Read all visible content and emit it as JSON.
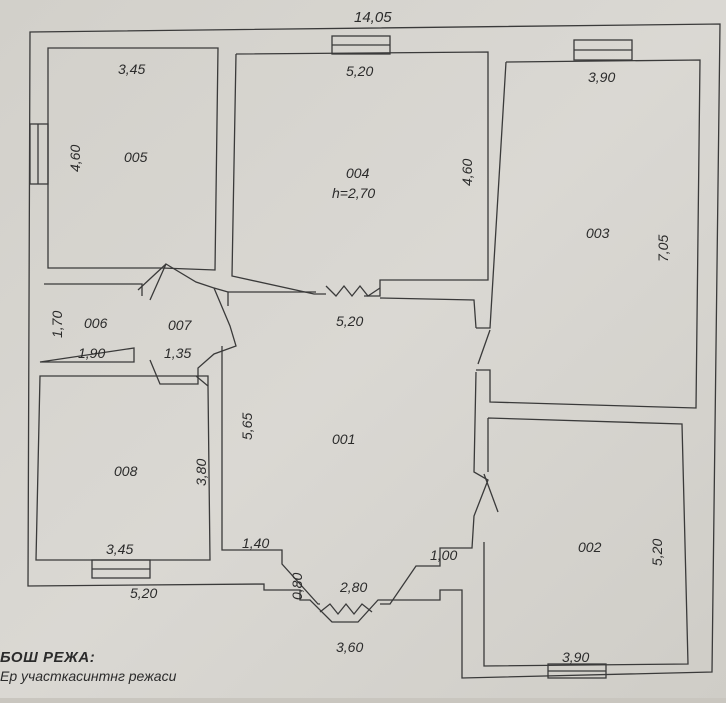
{
  "plan": {
    "overall_width": "14,05",
    "rooms": [
      {
        "id": "005",
        "label": "005",
        "dims": [
          "3,45",
          "4,60"
        ]
      },
      {
        "id": "004",
        "label": "004",
        "height": "h=2,70",
        "dims": [
          "5,20",
          "4,60"
        ]
      },
      {
        "id": "003",
        "label": "003",
        "dims": [
          "3,90",
          "7,05"
        ]
      },
      {
        "id": "006",
        "label": "006",
        "dims": [
          "1,70",
          "1,90"
        ]
      },
      {
        "id": "007",
        "label": "007",
        "dims": [
          "1,35"
        ]
      },
      {
        "id": "001",
        "label": "001",
        "dims": [
          "5,20",
          "5,65",
          "1,40",
          "0,80",
          "2,80",
          "1,00",
          "3,60"
        ]
      },
      {
        "id": "008",
        "label": "008",
        "dims": [
          "3,80",
          "3,45",
          "5,20"
        ]
      },
      {
        "id": "002",
        "label": "002",
        "dims": [
          "5,20",
          "3,90"
        ]
      }
    ]
  },
  "legend": {
    "title": "БОШ РЕЖА:",
    "subtitle": "Ер участкасинтнг режаси"
  },
  "colors": {
    "paper": "#d6d4cf",
    "wall": "#3a3a3a",
    "text": "#2b2b2b"
  }
}
